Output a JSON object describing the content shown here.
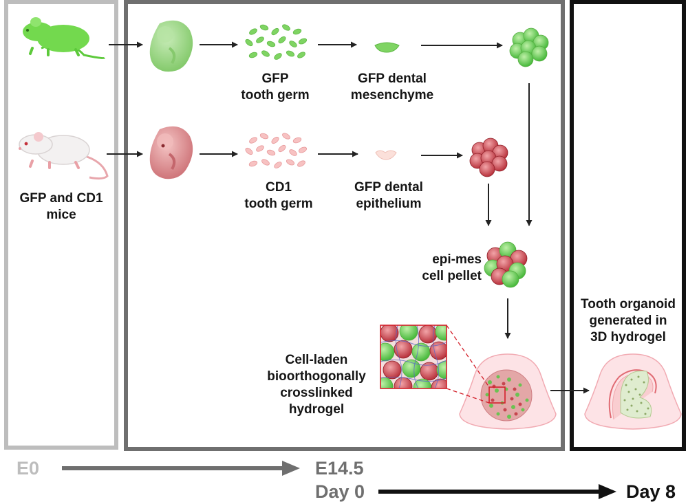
{
  "colors": {
    "panel_e0": "#bdbdbd",
    "panel_e145": "#6f6f6f",
    "panel_day8": "#111111",
    "gfp_green": "#6fd14a",
    "cd1_red": "#c9434b",
    "hydrogel_pink": "#f6c9cf"
  },
  "icons": {
    "gfp_mouse": "green-mouse-icon",
    "cd1_mouse": "white-mouse-icon",
    "gfp_embryo": "green-embryo-icon",
    "cd1_embryo": "red-embryo-icon"
  },
  "labels": {
    "mice": [
      "GFP and CD1",
      "mice"
    ],
    "gfp_tooth_germ": [
      "GFP",
      "tooth germ"
    ],
    "gfp_mesenchyme": [
      "GFP dental",
      "mesenchyme"
    ],
    "cd1_tooth_germ": [
      "CD1",
      "tooth germ"
    ],
    "gfp_epithelium": [
      "GFP dental",
      "epithelium"
    ],
    "pellet": [
      "epi-mes",
      "cell pellet"
    ],
    "hydrogel": [
      "Cell-laden",
      "bioorthogonally",
      "crosslinked",
      "hydrogel"
    ],
    "organoid": [
      "Tooth organoid",
      "generated in",
      "3D hydrogel"
    ]
  },
  "timeline": {
    "e0": "E0",
    "e145": "E14.5",
    "day0": "Day 0",
    "day8": "Day 8"
  }
}
